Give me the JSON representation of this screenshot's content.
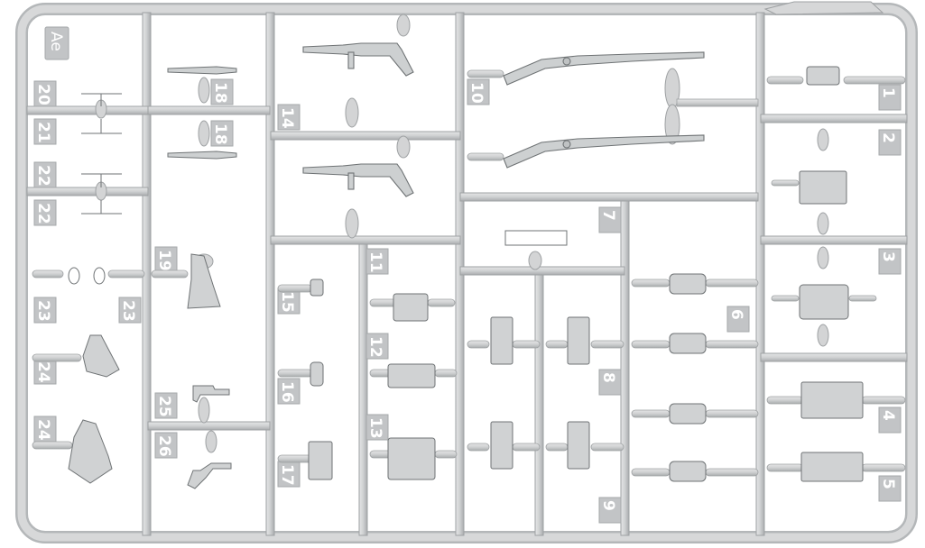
{
  "sprue": {
    "code": "Ae",
    "parts": [
      {
        "id": "p1",
        "label": "1"
      },
      {
        "id": "p2",
        "label": "2"
      },
      {
        "id": "p3",
        "label": "3"
      },
      {
        "id": "p4",
        "label": "4"
      },
      {
        "id": "p5",
        "label": "5"
      },
      {
        "id": "p6",
        "label": "6"
      },
      {
        "id": "p7",
        "label": "7"
      },
      {
        "id": "p8",
        "label": "8"
      },
      {
        "id": "p9",
        "label": "9"
      },
      {
        "id": "p10",
        "label": "10"
      },
      {
        "id": "p11",
        "label": "11"
      },
      {
        "id": "p12",
        "label": "12"
      },
      {
        "id": "p13",
        "label": "13"
      },
      {
        "id": "p14",
        "label": "14"
      },
      {
        "id": "p15",
        "label": "15"
      },
      {
        "id": "p16",
        "label": "16"
      },
      {
        "id": "p17",
        "label": "17"
      },
      {
        "id": "p18a",
        "label": "18"
      },
      {
        "id": "p18b",
        "label": "18"
      },
      {
        "id": "p19",
        "label": "19"
      },
      {
        "id": "p20",
        "label": "20"
      },
      {
        "id": "p21",
        "label": "21"
      },
      {
        "id": "p22a",
        "label": "22"
      },
      {
        "id": "p22b",
        "label": "22"
      },
      {
        "id": "p23a",
        "label": "23"
      },
      {
        "id": "p23b",
        "label": "23"
      },
      {
        "id": "p24a",
        "label": "24"
      },
      {
        "id": "p24b",
        "label": "24"
      },
      {
        "id": "p25",
        "label": "25"
      },
      {
        "id": "p26",
        "label": "26"
      }
    ]
  },
  "colors": {
    "frame": "#c9cbcc",
    "frame_edge": "#9ea1a3",
    "part": "#d9dadb",
    "part_edge": "#7f8385",
    "label_bg": "#bfc1c3",
    "label_text": "#ffffff"
  }
}
